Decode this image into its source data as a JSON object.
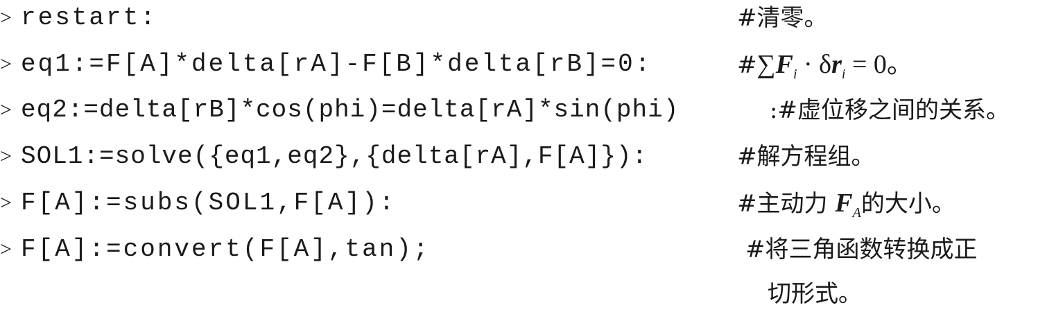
{
  "lines": [
    {
      "prompt": ">",
      "code": "restart:",
      "comment": "#清零。"
    },
    {
      "prompt": ">",
      "code": "eq1:=F[A]*delta[rA]-F[B]*delta[rB]=0:",
      "comment_parts": {
        "hash": "#",
        "sum": "∑",
        "F": "F",
        "i1": "i",
        "dot": " · δ",
        "r": "r",
        "i2": "i",
        "tail": " = 0。"
      }
    },
    {
      "prompt": ">",
      "code": "eq2:=delta[rB]*cos(phi)=delta[rA]*sin(phi)",
      "comment": ":#虚位移之间的关系。"
    },
    {
      "prompt": ">",
      "code": "SOL1:=solve({eq1,eq2},{delta[rA],F[A]}):",
      "comment": "#解方程组。"
    },
    {
      "prompt": ">",
      "code": "F[A]:=subs(SOL1,F[A]):",
      "comment_parts": {
        "pre": "#主动力 ",
        "F": "F",
        "A": "A",
        "post": "的大小。"
      }
    },
    {
      "prompt": ">",
      "code": "F[A]:=convert(F[A],tan);",
      "comment": "#将三角函数转换成正"
    }
  ],
  "continuation": "切形式。"
}
